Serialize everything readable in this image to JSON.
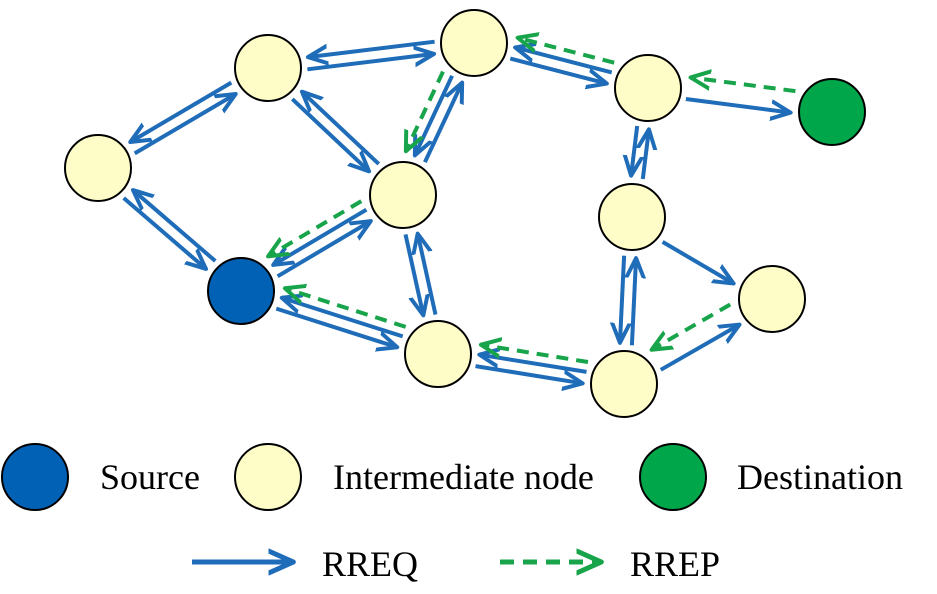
{
  "colors": {
    "source": "#0061b5",
    "intermediate": "#fefdc8",
    "destination": "#00a64a",
    "rreq": "#1f6cb8",
    "rrep": "#18a44a",
    "outline": "#000000"
  },
  "nodes": [
    {
      "id": "n1",
      "type": "intermediate"
    },
    {
      "id": "n2",
      "type": "intermediate"
    },
    {
      "id": "n3",
      "type": "intermediate"
    },
    {
      "id": "n4",
      "type": "intermediate"
    },
    {
      "id": "n5",
      "type": "intermediate"
    },
    {
      "id": "n6",
      "type": "intermediate"
    },
    {
      "id": "n7",
      "type": "intermediate"
    },
    {
      "id": "n8",
      "type": "intermediate"
    },
    {
      "id": "n9",
      "type": "intermediate"
    },
    {
      "id": "n10",
      "type": "intermediate"
    },
    {
      "id": "src",
      "type": "source"
    },
    {
      "id": "dst",
      "type": "destination"
    }
  ],
  "edges": [
    {
      "from": "n1",
      "to": "n2",
      "kind": "rreq"
    },
    {
      "from": "n2",
      "to": "n1",
      "kind": "rreq"
    },
    {
      "from": "n2",
      "to": "n3",
      "kind": "rreq"
    },
    {
      "from": "n3",
      "to": "n2",
      "kind": "rreq"
    },
    {
      "from": "n3",
      "to": "n4",
      "kind": "rreq"
    },
    {
      "from": "n4",
      "to": "n3",
      "kind": "rreq"
    },
    {
      "from": "n4",
      "to": "dst",
      "kind": "rreq"
    },
    {
      "from": "n1",
      "to": "src",
      "kind": "rreq"
    },
    {
      "from": "src",
      "to": "n1",
      "kind": "rreq"
    },
    {
      "from": "n2",
      "to": "n5",
      "kind": "rreq"
    },
    {
      "from": "n5",
      "to": "n2",
      "kind": "rreq"
    },
    {
      "from": "n3",
      "to": "n5",
      "kind": "rreq"
    },
    {
      "from": "n5",
      "to": "n3",
      "kind": "rreq"
    },
    {
      "from": "n5",
      "to": "src",
      "kind": "rreq"
    },
    {
      "from": "src",
      "to": "n5",
      "kind": "rreq"
    },
    {
      "from": "n5",
      "to": "n6",
      "kind": "rreq"
    },
    {
      "from": "n6",
      "to": "n5",
      "kind": "rreq"
    },
    {
      "from": "n6",
      "to": "src",
      "kind": "rreq"
    },
    {
      "from": "src",
      "to": "n6",
      "kind": "rreq"
    },
    {
      "from": "n6",
      "to": "n7",
      "kind": "rreq"
    },
    {
      "from": "n7",
      "to": "n6",
      "kind": "rreq"
    },
    {
      "from": "n4",
      "to": "n8",
      "kind": "rreq"
    },
    {
      "from": "n8",
      "to": "n4",
      "kind": "rreq"
    },
    {
      "from": "n8",
      "to": "n7",
      "kind": "rreq"
    },
    {
      "from": "n7",
      "to": "n8",
      "kind": "rreq"
    },
    {
      "from": "n8",
      "to": "n9",
      "kind": "rreq"
    },
    {
      "from": "n7",
      "to": "n9",
      "kind": "rreq"
    },
    {
      "from": "dst",
      "to": "n4",
      "kind": "rrep"
    },
    {
      "from": "n4",
      "to": "n3",
      "kind": "rrep"
    },
    {
      "from": "n3",
      "to": "n5",
      "kind": "rrep"
    },
    {
      "from": "n5",
      "to": "src",
      "kind": "rrep"
    },
    {
      "from": "n9",
      "to": "n7",
      "kind": "rrep"
    },
    {
      "from": "n7",
      "to": "n6",
      "kind": "rrep"
    },
    {
      "from": "n6",
      "to": "src",
      "kind": "rrep"
    }
  ],
  "legend": {
    "source_label": "Source",
    "intermediate_label": "Intermediate node",
    "destination_label": "Destination",
    "rreq_label": "RREQ",
    "rrep_label": "RREP"
  }
}
